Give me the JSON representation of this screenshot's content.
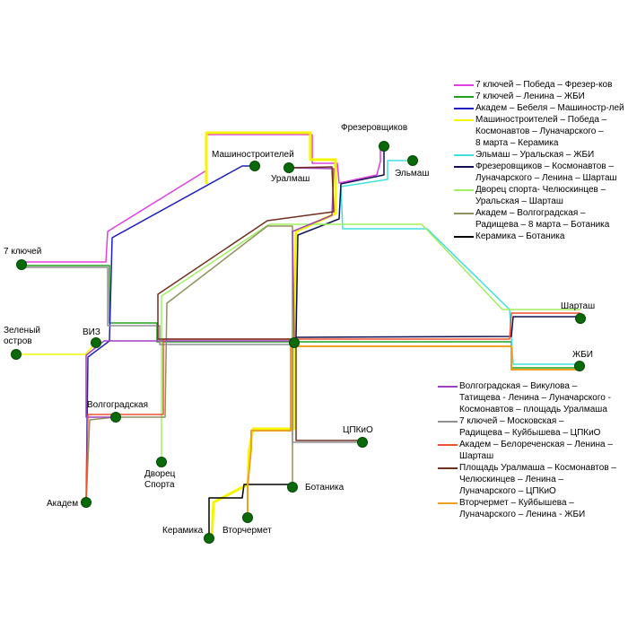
{
  "stations": [
    {
      "id": "frezer",
      "label": "Фрезеровщиков"
    },
    {
      "id": "mash",
      "label": "Машиностроителей"
    },
    {
      "id": "uralmash",
      "label": "Уралмаш"
    },
    {
      "id": "elmash",
      "label": "Эльмаш"
    },
    {
      "id": "seven",
      "label": "7 ключей"
    },
    {
      "id": "zeleny",
      "label": "Зеленый\nостров"
    },
    {
      "id": "viz",
      "label": "ВИЗ"
    },
    {
      "id": "shartash",
      "label": "Шарташ"
    },
    {
      "id": "zhbi",
      "label": "ЖБИ"
    },
    {
      "id": "volg",
      "label": "Волгоградская"
    },
    {
      "id": "cpkio",
      "label": "ЦПКиО"
    },
    {
      "id": "dvorec",
      "label": "Дворец\nСпорта"
    },
    {
      "id": "akadem",
      "label": "Академ"
    },
    {
      "id": "botanika",
      "label": "Ботаника"
    },
    {
      "id": "keramika",
      "label": "Керамика"
    },
    {
      "id": "vtorchermet",
      "label": "Вторчермет"
    }
  ],
  "legend_top": [
    {
      "color": "#e040e0",
      "text": "7 ключей – Победа – Фрезер-ков"
    },
    {
      "color": "#20a020",
      "text": "7 ключей – Ленина – ЖБИ"
    },
    {
      "color": "#2020c0",
      "text": "Академ – Бебеля – Машиностр-лей"
    },
    {
      "color": "#f5f500",
      "text": "Машиностроителей – Победа –\nКосмонавтов – Луначарского –\n8 марта – Керамика"
    },
    {
      "color": "#40e0e0",
      "text": "Эльмаш – Уральская – ЖБИ"
    },
    {
      "color": "#101050",
      "text": "Фрезеровщиков – Космонавтов –\nЛуначарского – Ленина – Шарташ"
    },
    {
      "color": "#a0f060",
      "text": "Дворец спорта- Челюскинцев –\nУральская – Шарташ"
    },
    {
      "color": "#909060",
      "text": "Академ – Волгоградская –\nРадищева – 8 марта – Ботаника"
    },
    {
      "color": "#000000",
      "text": "Керамика – Ботаника"
    }
  ],
  "legend_bottom": [
    {
      "color": "#a040c0",
      "text": "Волгоградская – Викулова –\nТатищева - Ленина – Луначарского -\nКосмонавтов – площадь Уралмаша"
    },
    {
      "color": "#909090",
      "text": "7 ключей – Московская –\nРадищева – Куйбышева – ЦПКиО"
    },
    {
      "color": "#f05030",
      "text": "Академ – Белореченская – Ленина –\nШарташ"
    },
    {
      "color": "#703020",
      "text": "Площадь Уралмаша – Космонавтов –\nЧелюскинцев – Ленина –\nЛуначарского – ЦПКиО"
    },
    {
      "color": "#f0a020",
      "text": "Вторчермет – Куйбышева –\nЛуначарского – Ленина - ЖБИ"
    }
  ]
}
